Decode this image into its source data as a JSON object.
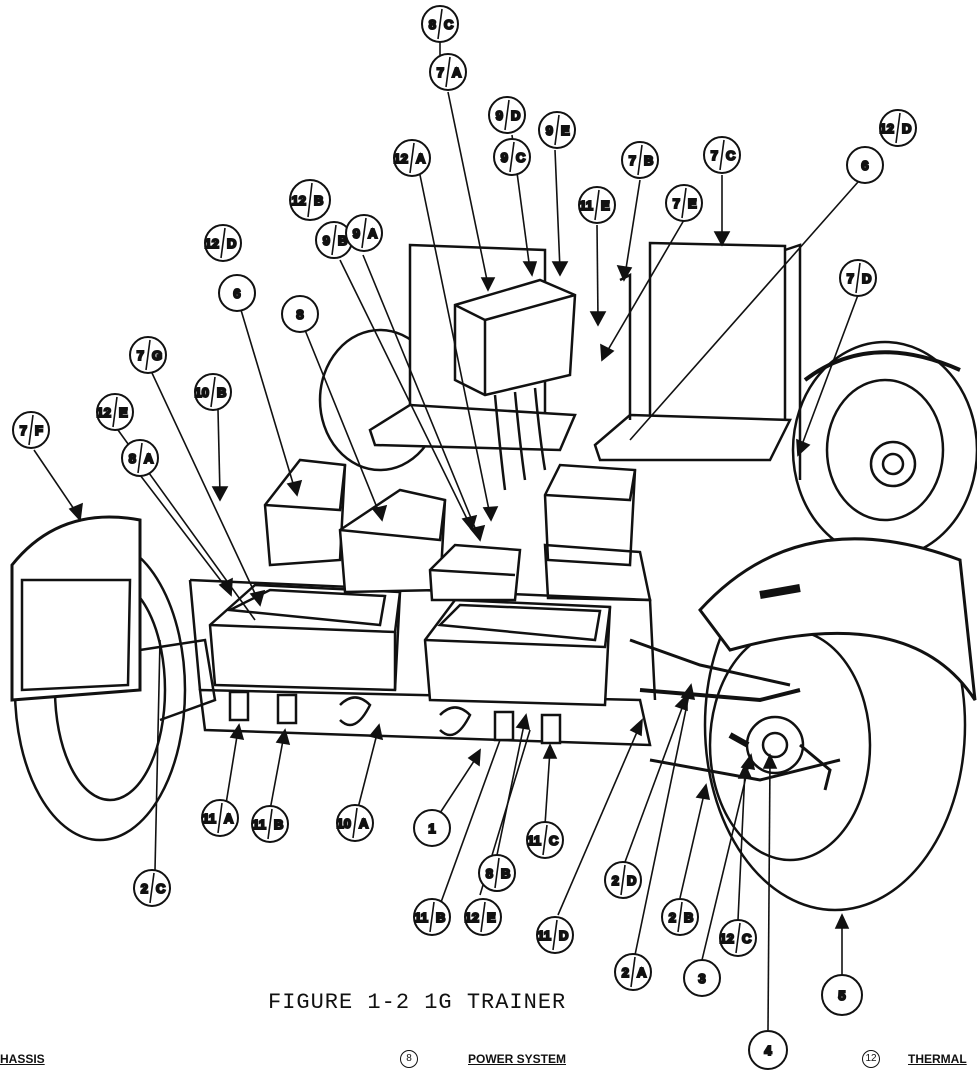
{
  "figure": {
    "caption": "FIGURE 1-2 1G TRAINER"
  },
  "legend": [
    {
      "number": "",
      "title": "HASSIS"
    },
    {
      "number": "8",
      "title": "POWER SYSTEM"
    },
    {
      "number": "12",
      "title": "THERMAL"
    }
  ],
  "callouts": [
    {
      "id": "8C",
      "num": "8",
      "letter": "C"
    },
    {
      "id": "7A",
      "num": "7",
      "letter": "A"
    },
    {
      "id": "9D",
      "num": "9",
      "letter": "D"
    },
    {
      "id": "9E",
      "num": "9",
      "letter": "E"
    },
    {
      "id": "9C",
      "num": "9",
      "letter": "C"
    },
    {
      "id": "12A",
      "num": "12",
      "letter": "A"
    },
    {
      "id": "7B",
      "num": "7",
      "letter": "B"
    },
    {
      "id": "7C",
      "num": "7",
      "letter": "C"
    },
    {
      "id": "6-right",
      "num": "6",
      "letter": ""
    },
    {
      "id": "12D-top",
      "num": "12",
      "letter": "D"
    },
    {
      "id": "11E",
      "num": "11",
      "letter": "E"
    },
    {
      "id": "7E",
      "num": "7",
      "letter": "E"
    },
    {
      "id": "12B",
      "num": "12",
      "letter": "B"
    },
    {
      "id": "9B",
      "num": "9",
      "letter": "B"
    },
    {
      "id": "9A",
      "num": "9",
      "letter": "A"
    },
    {
      "id": "12D-left",
      "num": "12",
      "letter": "D"
    },
    {
      "id": "6-left",
      "num": "6",
      "letter": ""
    },
    {
      "id": "8",
      "num": "8",
      "letter": ""
    },
    {
      "id": "7D",
      "num": "7",
      "letter": "D"
    },
    {
      "id": "7G",
      "num": "7",
      "letter": "G"
    },
    {
      "id": "10B",
      "num": "10",
      "letter": "B"
    },
    {
      "id": "12E",
      "num": "12",
      "letter": "E"
    },
    {
      "id": "7F",
      "num": "7",
      "letter": "F"
    },
    {
      "id": "8A",
      "num": "8",
      "letter": "A"
    },
    {
      "id": "11A",
      "num": "11",
      "letter": "A"
    },
    {
      "id": "11B",
      "num": "11",
      "letter": "B"
    },
    {
      "id": "10A",
      "num": "10",
      "letter": "A"
    },
    {
      "id": "1",
      "num": "1",
      "letter": ""
    },
    {
      "id": "11C",
      "num": "11",
      "letter": "C"
    },
    {
      "id": "2C",
      "num": "2",
      "letter": "C"
    },
    {
      "id": "8B",
      "num": "8",
      "letter": "B"
    },
    {
      "id": "11B-lower",
      "num": "11",
      "letter": "B"
    },
    {
      "id": "12E-lower",
      "num": "12",
      "letter": "E"
    },
    {
      "id": "11D",
      "num": "11",
      "letter": "D"
    },
    {
      "id": "2D",
      "num": "2",
      "letter": "D"
    },
    {
      "id": "2B",
      "num": "2",
      "letter": "B"
    },
    {
      "id": "12C",
      "num": "12",
      "letter": "C"
    },
    {
      "id": "2A",
      "num": "2",
      "letter": "A"
    },
    {
      "id": "3",
      "num": "3",
      "letter": ""
    },
    {
      "id": "4",
      "num": "4",
      "letter": ""
    },
    {
      "id": "5",
      "num": "5",
      "letter": ""
    }
  ]
}
